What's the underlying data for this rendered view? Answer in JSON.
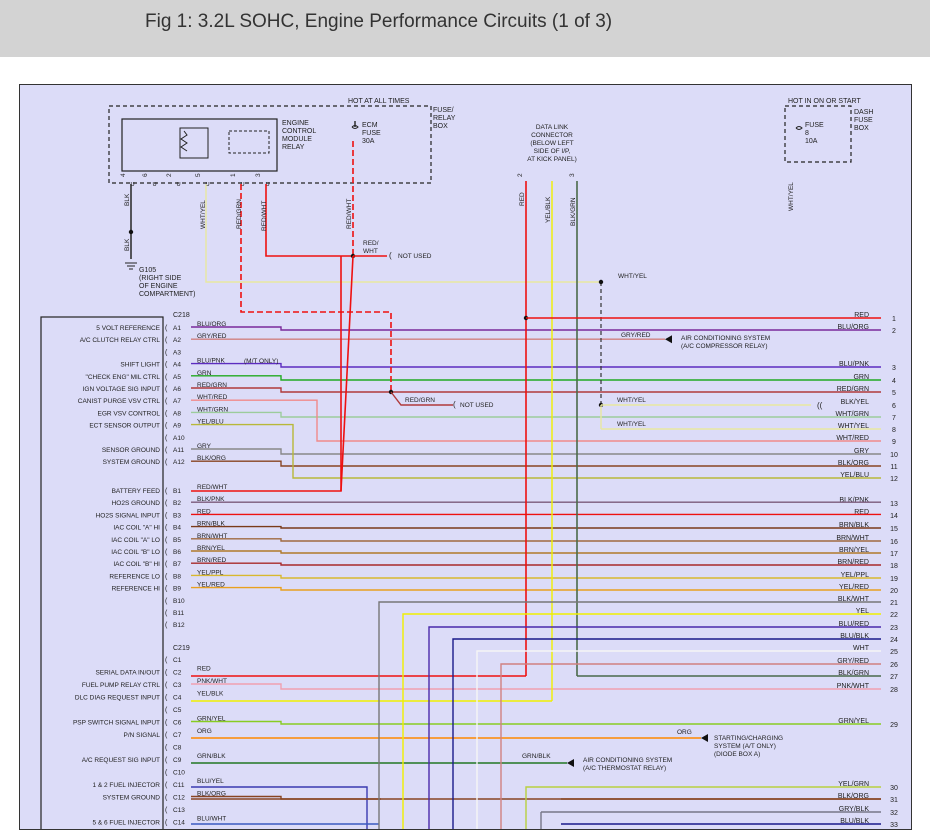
{
  "title": "Fig 1: 3.2L SOHC, Engine Performance Circuits (1 of 3)",
  "colors": {
    "RED": "#ee1111",
    "BLU_ORG": "#7a2a9a",
    "GRY_RED": "#d08080",
    "BLU_PNK": "#5c2cc0",
    "GRN": "#22aa22",
    "RED_GRN": "#b03a3a",
    "WHT_RED": "#f08a8a",
    "BLK_YEL": "#666655",
    "WHT_GRN": "#9ccc9c",
    "WHT_YEL": "#e8e8a0",
    "YEL_BLU": "#b8b83a",
    "GRY": "#888888",
    "BLK_ORG": "#884422",
    "YEL_BLU2": "#c8c860",
    "RED_WHT": "#ee3333",
    "BLK_PNK": "#7a5a7a",
    "BRN_BLK": "#7a3a1a",
    "BRN_WHT": "#a06a40",
    "BRN_YEL": "#b07a2a",
    "BRN_RED": "#a82a2a",
    "YEL_PPL": "#d8b830",
    "YEL_RED": "#e8a020",
    "BLK_WHT": "#777777",
    "YEL": "#f0f000",
    "BLU_RED": "#4a2aaa",
    "BLU_BLK": "#1a1a8a",
    "WHT": "#f5f5f5",
    "BLK_GRN": "#4a6a4a",
    "PNK_WHT": "#f0a0b0",
    "GRN_YEL": "#88cc22",
    "ORG": "#ff8800",
    "GRN_BLK": "#227722",
    "BLU_YEL": "#3a3ab0",
    "YEL_GRN": "#b8d040",
    "GRY_BLK": "#777788",
    "BLU_WHT": "#3a5ac0",
    "BLK": "#333333"
  },
  "relay": {
    "labels": [
      "ENGINE",
      "CONTROL",
      "MODULE",
      "RELAY"
    ],
    "pins": [
      "4",
      "6",
      "2",
      "5",
      "1",
      "3"
    ]
  },
  "fuse_box_top": {
    "hot_label": "HOT AT ALL TIMES",
    "box_label": [
      "FUSE/",
      "RELAY",
      "BOX"
    ],
    "fuse_label": [
      "ECM",
      "FUSE",
      "30A"
    ]
  },
  "dash_fuse": {
    "hot_label": "HOT IN ON OR START",
    "box_label": [
      "DASH",
      "FUSE",
      "BOX"
    ],
    "fuse_label": [
      "FUSE",
      "8",
      "10A"
    ]
  },
  "dlc": {
    "label": [
      "DATA LINK",
      "CONNECTOR",
      "(BELOW LEFT",
      "SIDE OF I/P,",
      "AT KICK PANEL)"
    ],
    "pins": [
      "2",
      "3"
    ],
    "wires": [
      "RED",
      "YEL/BLK",
      "BLK/GRN"
    ]
  },
  "ground": {
    "id": "G105",
    "lines": [
      "(RIGHT SIDE",
      "OF ENGINE",
      "COMPARTMENT)"
    ],
    "wire_top": "BLK",
    "wire_bottom": "BLK"
  },
  "top_wires": {
    "wht_yel": "WHT/YEL",
    "red_grn": "RED/GRN",
    "red_wht": "RED/WHT",
    "red_wht2": "RED/WHT",
    "splice_label": [
      "RED/",
      "WHT"
    ],
    "not_used": "NOT USED",
    "wht_yel_dash": "WHT/YEL",
    "wht_yel_right": "WHT/YEL"
  },
  "connectors": {
    "c218": "C218",
    "c219": "C219"
  },
  "mt_only": "(M/T ONLY)",
  "red_grn_branch": "RED/GRN",
  "not_used2": "NOT USED",
  "wht_yel_a7": "WHT/YEL",
  "wht_yel_a9": "WHT/YEL",
  "ac_system": {
    "wire": "GRY/RED",
    "lines": [
      "AIR CONDITIONING SYSTEM",
      "(A/C COMPRESSOR RELAY)"
    ]
  },
  "starting_system": {
    "wire": "ORG",
    "lines": [
      "STARTING/CHARGING",
      "SYSTEM (A/T ONLY)",
      "(DIODE BOX A)"
    ]
  },
  "ac_thermo": {
    "wire": "GRN/BLK",
    "lines": [
      "AIR CONDITIONING SYSTEM",
      "(A/C THERMOSTAT RELAY)"
    ]
  },
  "ecm_pins": [
    {
      "pin": "A1",
      "func": "5 VOLT REFERENCE",
      "wire": "BLU/ORG"
    },
    {
      "pin": "A2",
      "func": "A/C CLUTCH RELAY CTRL",
      "wire": "GRY/RED"
    },
    {
      "pin": "A3",
      "func": "",
      "wire": ""
    },
    {
      "pin": "A4",
      "func": "SHIFT LIGHT",
      "wire": "BLU/PNK"
    },
    {
      "pin": "A5",
      "func": "\"CHECK ENG\" MIL CTRL",
      "wire": "GRN"
    },
    {
      "pin": "A6",
      "func": "IGN VOLTAGE SIG INPUT",
      "wire": "RED/GRN"
    },
    {
      "pin": "A7",
      "func": "CANIST PURGE VSV CTRL",
      "wire": "WHT/RED"
    },
    {
      "pin": "A8",
      "func": "EGR VSV CONTROL",
      "wire": "WHT/GRN"
    },
    {
      "pin": "A9",
      "func": "ECT SENSOR OUTPUT",
      "wire": "YEL/BLU"
    },
    {
      "pin": "A10",
      "func": "",
      "wire": ""
    },
    {
      "pin": "A11",
      "func": "SENSOR GROUND",
      "wire": "GRY"
    },
    {
      "pin": "A12",
      "func": "SYSTEM GROUND",
      "wire": "BLK/ORG"
    },
    {
      "pin": "B1",
      "func": "BATTERY FEED",
      "wire": "RED/WHT"
    },
    {
      "pin": "B2",
      "func": "HO2S GROUND",
      "wire": "BLK/PNK"
    },
    {
      "pin": "B3",
      "func": "HO2S SIGNAL INPUT",
      "wire": "RED"
    },
    {
      "pin": "B4",
      "func": "IAC COIL \"A\" HI",
      "wire": "BRN/BLK"
    },
    {
      "pin": "B5",
      "func": "IAC COIL \"A\" LO",
      "wire": "BRN/WHT"
    },
    {
      "pin": "B6",
      "func": "IAC COIL \"B\" LO",
      "wire": "BRN/YEL"
    },
    {
      "pin": "B7",
      "func": "IAC COIL \"B\" HI",
      "wire": "BRN/RED"
    },
    {
      "pin": "B8",
      "func": "REFERENCE LO",
      "wire": "YEL/PPL"
    },
    {
      "pin": "B9",
      "func": "REFERENCE HI",
      "wire": "YEL/RED"
    },
    {
      "pin": "B10",
      "func": "",
      "wire": ""
    },
    {
      "pin": "B11",
      "func": "",
      "wire": ""
    },
    {
      "pin": "B12",
      "func": "",
      "wire": ""
    },
    {
      "pin": "C1",
      "func": "",
      "wire": ""
    },
    {
      "pin": "C2",
      "func": "SERIAL DATA IN/OUT",
      "wire": "RED"
    },
    {
      "pin": "C3",
      "func": "FUEL PUMP RELAY CTRL",
      "wire": "PNK/WHT"
    },
    {
      "pin": "C4",
      "func": "DLC DIAG REQUEST INPUT",
      "wire": "YEL/BLK"
    },
    {
      "pin": "C5",
      "func": "",
      "wire": ""
    },
    {
      "pin": "C6",
      "func": "PSP SWITCH SIGNAL INPUT",
      "wire": "GRN/YEL"
    },
    {
      "pin": "C7",
      "func": "P/N SIGNAL",
      "wire": "ORG"
    },
    {
      "pin": "C8",
      "func": "",
      "wire": ""
    },
    {
      "pin": "C9",
      "func": "A/C REQUEST SIG INPUT",
      "wire": "GRN/BLK"
    },
    {
      "pin": "C10",
      "func": "",
      "wire": ""
    },
    {
      "pin": "C11",
      "func": "1 & 2 FUEL INJECTOR",
      "wire": "BLU/YEL"
    },
    {
      "pin": "C12",
      "func": "SYSTEM GROUND",
      "wire": "BLK/ORG"
    },
    {
      "pin": "C13",
      "func": "",
      "wire": ""
    },
    {
      "pin": "C14",
      "func": "5 & 6 FUEL INJECTOR",
      "wire": "BLU/WHT"
    }
  ],
  "right_rows": [
    {
      "num": "1",
      "wire": "RED"
    },
    {
      "num": "2",
      "wire": "BLU/ORG"
    },
    {
      "num": "3",
      "wire": "BLU/PNK"
    },
    {
      "num": "4",
      "wire": "GRN"
    },
    {
      "num": "5",
      "wire": "RED/GRN"
    },
    {
      "num": "6",
      "wire": "BLK/YEL"
    },
    {
      "num": "7",
      "wire": "WHT/GRN"
    },
    {
      "num": "8",
      "wire": "WHT/YEL"
    },
    {
      "num": "9",
      "wire": "WHT/RED"
    },
    {
      "num": "10",
      "wire": "GRY"
    },
    {
      "num": "11",
      "wire": "BLK/ORG"
    },
    {
      "num": "12",
      "wire": "YEL/BLU"
    },
    {
      "num": "13",
      "wire": "BLK/PNK"
    },
    {
      "num": "14",
      "wire": "RED"
    },
    {
      "num": "15",
      "wire": "BRN/BLK"
    },
    {
      "num": "16",
      "wire": "BRN/WHT"
    },
    {
      "num": "17",
      "wire": "BRN/YEL"
    },
    {
      "num": "18",
      "wire": "BRN/RED"
    },
    {
      "num": "19",
      "wire": "YEL/PPL"
    },
    {
      "num": "20",
      "wire": "YEL/RED"
    },
    {
      "num": "21",
      "wire": "BLK/WHT"
    },
    {
      "num": "22",
      "wire": "YEL"
    },
    {
      "num": "23",
      "wire": "BLU/RED"
    },
    {
      "num": "24",
      "wire": "BLU/BLK"
    },
    {
      "num": "25",
      "wire": "WHT"
    },
    {
      "num": "26",
      "wire": "GRY/RED"
    },
    {
      "num": "27",
      "wire": "BLK/GRN"
    },
    {
      "num": "28",
      "wire": "PNK/WHT"
    },
    {
      "num": "29",
      "wire": "GRN/YEL"
    },
    {
      "num": "30",
      "wire": "YEL/GRN"
    },
    {
      "num": "31",
      "wire": "BLK/ORG"
    },
    {
      "num": "32",
      "wire": "GRY/BLK"
    },
    {
      "num": "33",
      "wire": "BLU/BLK"
    }
  ]
}
